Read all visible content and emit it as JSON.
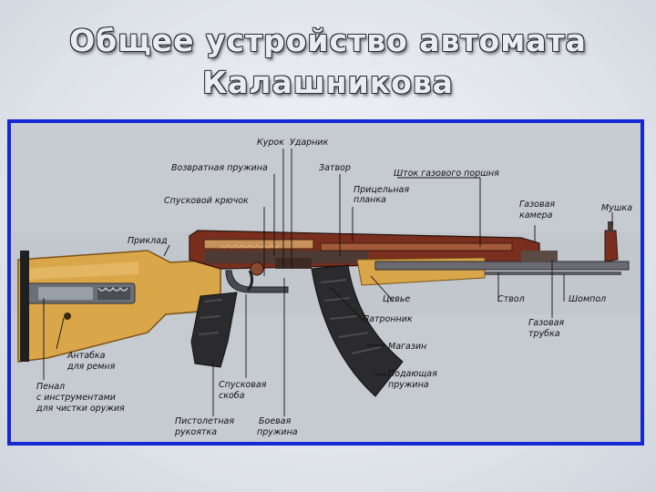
{
  "title": {
    "line1": "Общее устройство автомата",
    "line2": "Калашникова"
  },
  "labels": {
    "kurok": "Курок",
    "udarnik": "Ударник",
    "vozvratnaya": "Возвратная пружина",
    "zatvor": "Затвор",
    "shtok": "Шток газового поршня",
    "spuskovoy_kryuchok": "Спусковой крючок",
    "pricelnaya_1": "Прицельная",
    "pricelnaya_2": "планка",
    "gazovaya_kamera_1": "Газовая",
    "gazovaya_kamera_2": "камера",
    "mushka": "Мушка",
    "priklad": "Приклад",
    "tsevye": "Цевье",
    "stvol": "Ствол",
    "shompol": "Шомпол",
    "patronnik": "Патронник",
    "gazovaya_trubka_1": "Газовая",
    "gazovaya_trubka_2": "трубка",
    "magazin": "Магазин",
    "antabka_1": "Антабка",
    "antabka_2": "для ремня",
    "podayushaya_1": "Подающая",
    "podayushaya_2": "пружина",
    "spuskovaya_skoba_1": "Спусковая",
    "spuskovaya_skoba_2": "скоба",
    "penal_1": "Пенал",
    "penal_2": "с инструментами",
    "penal_3": "для чистки оружия",
    "pistoletnaya_1": "Пистолетная",
    "pistoletnaya_2": "рукоятка",
    "boevaya_1": "Боевая",
    "boevaya_2": "пружина"
  },
  "colors": {
    "frame_border": "#1428d6",
    "wood": "#d9a64a",
    "metal": "#5a4a44",
    "grip": "#2b2a2c"
  }
}
